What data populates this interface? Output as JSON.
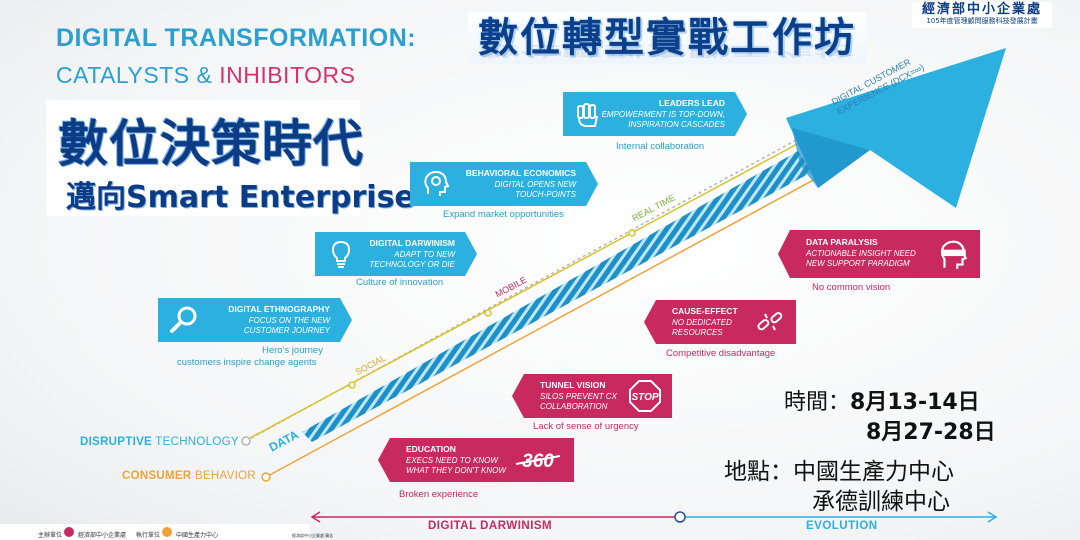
{
  "header": {
    "title_line1": "DIGITAL TRANSFORMATION:",
    "title_line2_a": "CATALYSTS",
    "title_line2_amp": " & ",
    "title_line2_b": "INHIBITORS",
    "title_zh": "數位轉型實戰工作坊"
  },
  "logo": {
    "line1": "數位決策時代",
    "line2": "邁向Smart Enterprise"
  },
  "org_badge": {
    "name": "經濟部中小企業處",
    "subtitle": "105年度管理顧問服務科技發展計畫"
  },
  "catalysts": [
    {
      "title": "LEADERS LEAD",
      "desc1": "EMPOWERMENT IS TOP-DOWN,",
      "desc2": "INSPIRATION CASCADES",
      "caption": "Internal collaboration",
      "icon": "fist-icon"
    },
    {
      "title": "BEHAVIORAL ECONOMICS",
      "desc1": "DIGITAL OPENS NEW",
      "desc2": "TOUCH-POINTS",
      "caption": "Expand market opportunities",
      "icon": "brain-gear-icon"
    },
    {
      "title": "DIGITAL DARWINISM",
      "desc1": "ADAPT TO NEW",
      "desc2": "TECHNOLOGY OR DIE",
      "caption": "Culture of innovation",
      "icon": "lightbulb-icon"
    },
    {
      "title": "DIGITAL ETHNOGRAPHY",
      "desc1": "FOCUS ON THE NEW",
      "desc2": "CUSTOMER JOURNEY",
      "caption": "Hero's journey",
      "caption2": "customers inspire change agents",
      "icon": "magnifier-icon"
    }
  ],
  "inhibitors": [
    {
      "title": "DATA PARALYSIS",
      "desc1": "ACTIONABLE INSIGHT NEED",
      "desc2": "NEW SUPPORT PARADIGM",
      "caption": "No common vision",
      "icon": "blindfold-head-icon"
    },
    {
      "title": "CAUSE-EFFECT",
      "desc1": "NO DEDICATED",
      "desc2": "RESOURCES",
      "caption": "Competitive disadvantage",
      "icon": "broken-link-icon"
    },
    {
      "title": "TUNNEL VISION",
      "desc1": "SILOS PREVENT CX",
      "desc2": "COLLABORATION",
      "caption": "Lack of sense of urgency",
      "icon": "stop-sign-icon",
      "icon_text": "STOP"
    },
    {
      "title": "EDUCATION",
      "desc1": "EXECS NEED TO KNOW",
      "desc2": "WHAT THEY DON'T KNOW",
      "caption": "Broken experience",
      "icon": "crossed-360-icon",
      "icon_text": "360"
    }
  ],
  "arrow_labels": {
    "data": "DATA",
    "social": "SOCIAL",
    "mobile": "MOBILE",
    "real_time": "REAL TIME",
    "dcx_line1": "DIGITAL CUSTOMER",
    "dcx_line2": "EXPERIENCE (DCX=∞)"
  },
  "side_labels": {
    "disruptive_a": "DISRUPTIVE",
    "disruptive_b": " TECHNOLOGY",
    "consumer_a": "CONSUMER",
    "consumer_b": " BEHAVIOR"
  },
  "timeline": {
    "left": "DIGITAL DARWINISM",
    "right": "EVOLUTION"
  },
  "event": {
    "time_label": "時間：",
    "date1": "8月13-14日",
    "date2": "8月27-28日",
    "place_label": "地點：",
    "place1": "中國生產力中心",
    "place2": "承德訓練中心"
  },
  "footer": {
    "host_label": "主辦單位",
    "host": "經濟部中小企業處",
    "exec_label": "執行單位",
    "exec": "中國生產力中心",
    "note": "經濟部中小企業處 廣告"
  },
  "colors": {
    "blue": "#2bb0e0",
    "red": "#c8295e",
    "orange": "#f0a23a",
    "navy": "#0d3c86"
  }
}
